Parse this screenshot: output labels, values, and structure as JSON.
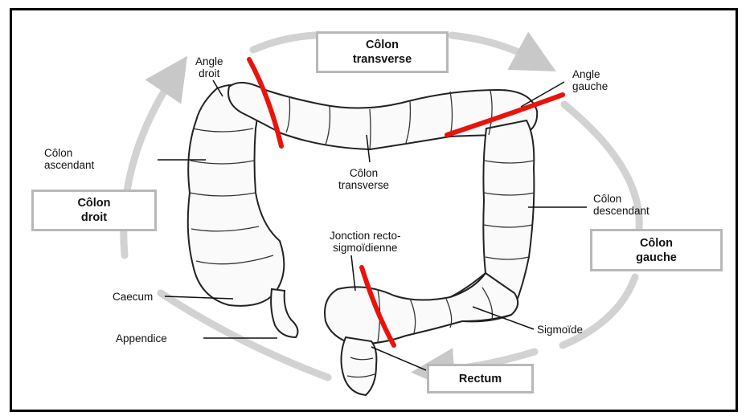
{
  "colors": {
    "section_boundary": "#e8140c",
    "arrow": "#c8c8c8",
    "organ_outline": "#222222",
    "box_border": "#b8b8b8"
  },
  "regions": {
    "transverse": {
      "line1": "Côlon",
      "line2": "transverse"
    },
    "right": {
      "line1": "Côlon",
      "line2": "droit"
    },
    "left": {
      "line1": "Côlon",
      "line2": "gauche"
    },
    "rectum": {
      "text": "Rectum"
    }
  },
  "labels": {
    "angle_droit": {
      "line1": "Angle",
      "line2": "droit"
    },
    "angle_gauche": {
      "line1": "Angle",
      "line2": "gauche"
    },
    "colon_ascendant": {
      "line1": "Côlon",
      "line2": "ascendant"
    },
    "colon_transverse": {
      "line1": "Côlon",
      "line2": "transverse"
    },
    "colon_descendant": {
      "line1": "Côlon",
      "line2": "descendant"
    },
    "jonction": {
      "line1": "Jonction recto-",
      "line2": "sigmoïdienne"
    },
    "caecum": "Caecum",
    "appendice": "Appendice",
    "sigmoide": "Sigmoïde"
  }
}
